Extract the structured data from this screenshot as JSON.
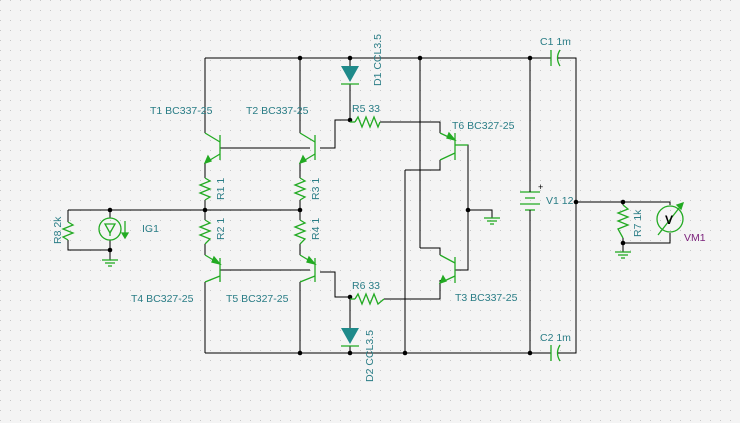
{
  "components": {
    "T1": "T1 BC337-25",
    "T2": "T2 BC337-25",
    "T3": "T3 BC337-25",
    "T4": "T4 BC327-25",
    "T5": "T5 BC327-25",
    "T6": "T6 BC327-25",
    "D1": "D1 CCL3.5",
    "D2": "D2 CCL3.5",
    "R1": "R1 1",
    "R2": "R2 1",
    "R3": "R3 1",
    "R4": "R4 1",
    "R5": "R5 33",
    "R6": "R6 33",
    "R7": "R7 1k",
    "R8": "R8 2k",
    "C1": "C1 1m",
    "C2": "C2 1m",
    "V1": "V1 12",
    "IG1": "IG1",
    "VM1": "VM1"
  },
  "symbols": {
    "voltmeter": "V",
    "plus": "+"
  },
  "colors": {
    "wire": "#000000",
    "component": "#22aa22",
    "label": "#2a7d86",
    "meter_label": "#7a1f7a",
    "background": "#f4f4f4",
    "grid_dot": "#c8c8c8"
  }
}
